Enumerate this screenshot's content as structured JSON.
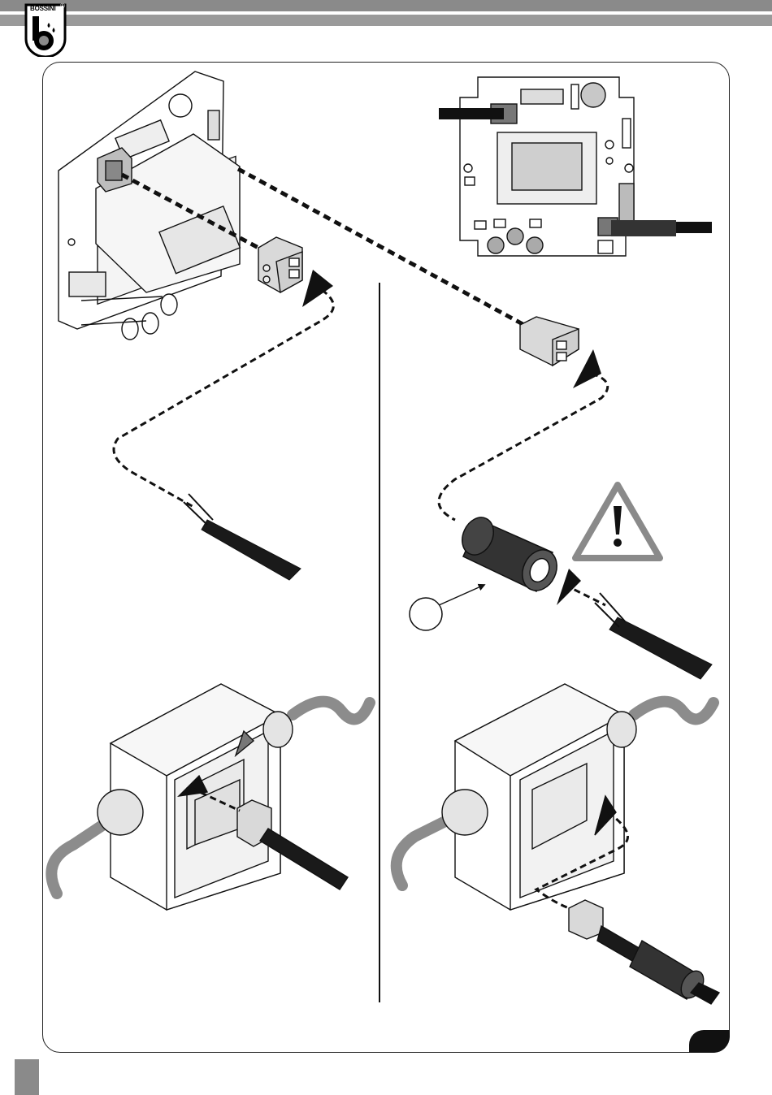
{
  "header": {
    "brand": "BOSSINI",
    "registered_mark": "®"
  },
  "colors": {
    "header_bar": "#8a8a8a",
    "line_art": "#111111",
    "part_fill": "#d9d9d9",
    "cable_gray": "#8c8c8c"
  },
  "figures": [
    {
      "id": "board-connector-left"
    },
    {
      "id": "board-connector-right"
    },
    {
      "id": "ferrite-cable-warning"
    },
    {
      "id": "junction-box-left"
    },
    {
      "id": "junction-box-right"
    }
  ],
  "icons": [
    "warning-triangle-icon",
    "callout-circle-icon"
  ]
}
